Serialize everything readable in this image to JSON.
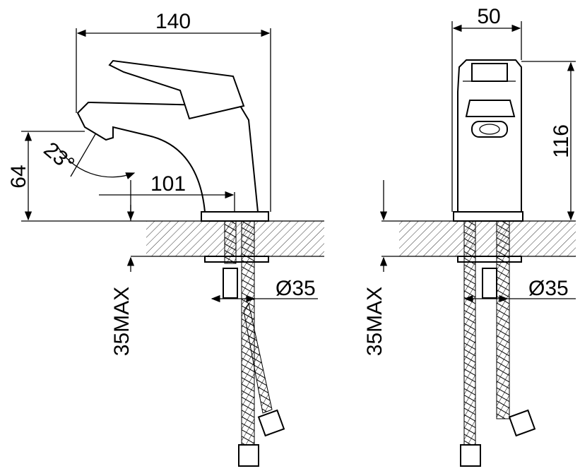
{
  "side_view": {
    "width_label": "140",
    "height_label": "64",
    "angle_label": "23°",
    "reach_label": "101",
    "diameter_label": "Ø35",
    "max_thickness_label": "35MAX"
  },
  "front_view": {
    "width_label": "50",
    "height_label": "116",
    "diameter_label": "Ø35",
    "max_thickness_label": "35MAX"
  },
  "colors": {
    "line": "#000000",
    "background": "#ffffff"
  }
}
